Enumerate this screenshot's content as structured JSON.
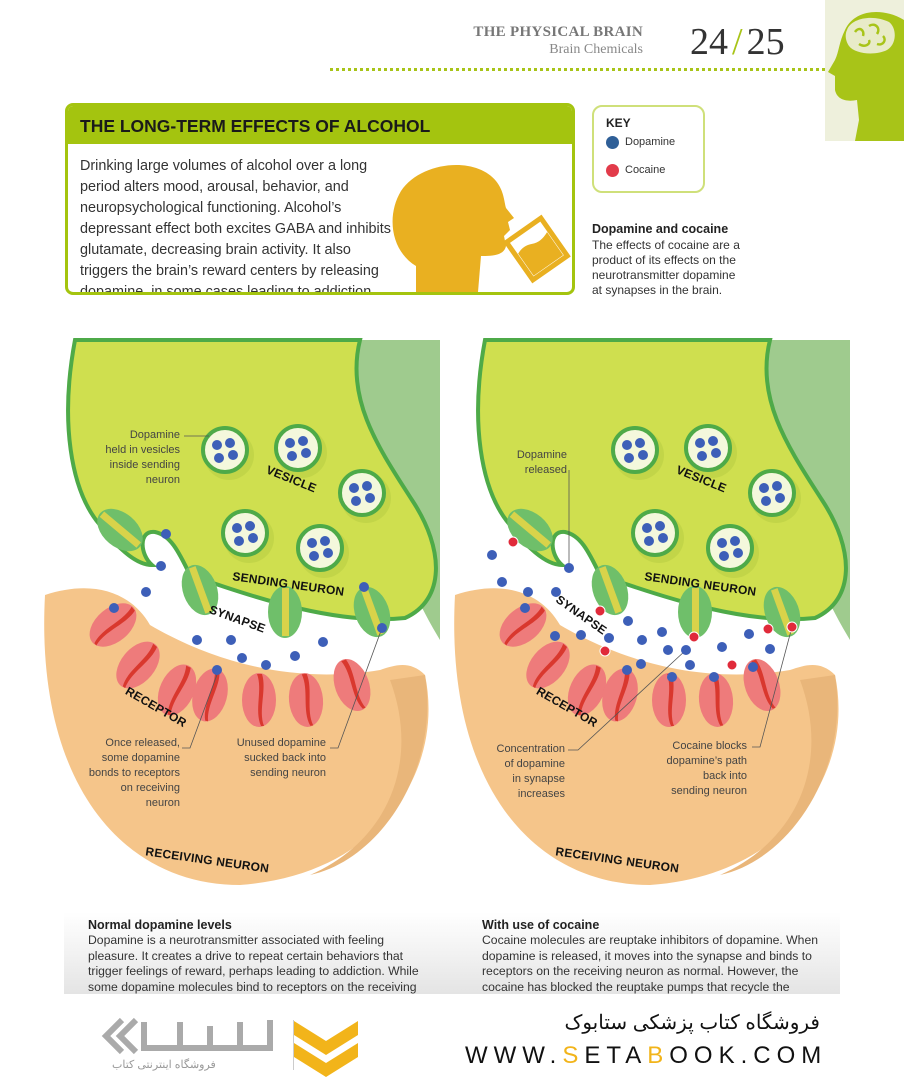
{
  "header": {
    "section": "THE PHYSICAL BRAIN",
    "subsection": "Brain Chemicals",
    "page_left": "24",
    "page_separator": "/",
    "page_right": "25"
  },
  "alcohol_box": {
    "title": "THE LONG-TERM EFFECTS OF ALCOHOL",
    "lines": [
      "Drinking large volumes of alcohol over a long",
      "period alters mood, arousal, behavior, and",
      "neuropsychological functioning. Alcohol’s",
      "depressant effect both excites GABA and inhibits",
      "glutamate, decreasing brain activity. It also",
      "triggers the brain’s reward centers by releasing",
      "dopamine, in some cases leading to addiction."
    ]
  },
  "key": {
    "title": "KEY",
    "items": [
      {
        "label": "Dopamine",
        "color": "#2f5f97"
      },
      {
        "label": "Cocaine",
        "color": "#e23b4a"
      }
    ]
  },
  "caption": {
    "title": "Dopamine and cocaine",
    "lines": [
      "The effects of cocaine are a",
      "product of its effects on the",
      "neurotransmitter dopamine",
      "at synapses in the brain."
    ]
  },
  "diagram_labels": {
    "vesicle": "VESICLE",
    "sending_neuron": "SENDING NEURON",
    "synapse": "SYNAPSE",
    "receptor": "RECEPTOR",
    "receiving_neuron": "RECEIVING NEURON"
  },
  "left_diagram": {
    "callout_vesicles": [
      "Dopamine",
      "held in vesicles",
      "inside sending",
      "neuron"
    ],
    "callout_bonds": [
      "Once released,",
      "some dopamine",
      "bonds to receptors",
      "on receiving",
      "neuron"
    ],
    "callout_unused": [
      "Unused dopamine",
      "sucked back into",
      "sending neuron"
    ]
  },
  "right_diagram": {
    "callout_released": [
      "Dopamine",
      "released"
    ],
    "callout_concentration": [
      "Concentration",
      "of dopamine",
      "in synapse",
      "increases"
    ],
    "callout_blocks": [
      "Cocaine blocks",
      "dopamine’s path",
      "back into",
      "sending neuron"
    ]
  },
  "bottom": {
    "normal": {
      "title": "Normal dopamine levels",
      "lines": [
        "Dopamine is a neurotransmitter associated with feeling",
        "pleasure. It creates a drive to repeat certain behaviors that",
        "trigger feelings of reward, perhaps leading to addiction. While",
        "some dopamine molecules bind to receptors on the receiving"
      ]
    },
    "cocaine": {
      "title": "With use of cocaine",
      "lines": [
        "Cocaine molecules are reuptake inhibitors of dopamine. When",
        "dopamine is released, it moves into the synapse and binds to",
        "receptors on the receiving neuron as normal. However, the",
        "cocaine has blocked the reuptake pumps that recycle the"
      ]
    }
  },
  "watermark": {
    "store_name_fa": "فروشگاه کتاب پزشکی ستابوک",
    "url_parts": [
      "WWW.",
      "S",
      "ETA",
      "B",
      "OOK.COM"
    ],
    "logo_sub_fa": "فروشگاه اینترنتی کتاب",
    "logo_fa": "ستابو"
  },
  "colors": {
    "accent_green": "#a4c40f",
    "dopamine": "#3d5fb8",
    "cocaine": "#e02a3a",
    "sending_neuron": "#cfdf4f",
    "receiving_neuron": "#f5c58a",
    "receptor": "#ee7b7b",
    "brand_yellow": "#f2b41a"
  }
}
